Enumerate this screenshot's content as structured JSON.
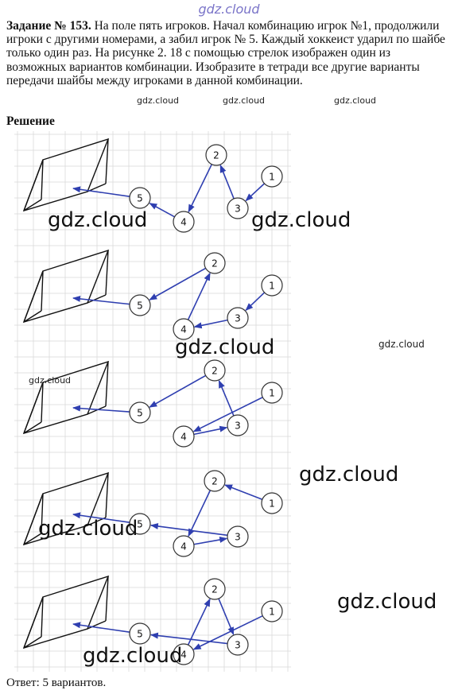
{
  "watermark_top": "gdz.cloud",
  "task": {
    "label": "Задание № 153.",
    "text": "На поле пять игроков. Начал комбинацию игрок №1, продолжили игроки с другими номерами, а забил игрок № 5. Каждый хоккеист ударил по шайбе только один раз. На рисунке 2. 18 с помощью стрелок изображен один из возможных вариантов комбинации. Изобразите в тетради все другие варианты передачи шайбы между игроками в данной комбинации."
  },
  "small_watermarks": [
    "gdz.cloud",
    "gdz.cloud",
    "gdz.cloud",
    "gdz.cloud",
    "gdz.cloud"
  ],
  "solution_label": "Решение",
  "big_watermarks": [
    "gdz.cloud",
    "gdz.cloud",
    "gdz.cloud",
    "gdz.cloud",
    "gdz.cloud",
    "gdz.cloud",
    "gdz.cloud"
  ],
  "player_labels": [
    "1",
    "2",
    "3",
    "4",
    "5"
  ],
  "colors": {
    "arrow": "#2f3fb0",
    "grid": "#d9d9d9",
    "outline": "#111111",
    "watermark_top": "#7a74c8"
  },
  "variants": [
    {
      "passes": [
        [
          1,
          3
        ],
        [
          3,
          2
        ],
        [
          2,
          4
        ],
        [
          4,
          5
        ],
        [
          5,
          "goal"
        ]
      ]
    },
    {
      "passes": [
        [
          1,
          3
        ],
        [
          3,
          4
        ],
        [
          4,
          2
        ],
        [
          2,
          5
        ],
        [
          5,
          "goal"
        ]
      ]
    },
    {
      "passes": [
        [
          1,
          4
        ],
        [
          4,
          3
        ],
        [
          3,
          2
        ],
        [
          2,
          5
        ],
        [
          5,
          "goal"
        ]
      ]
    },
    {
      "passes": [
        [
          1,
          2
        ],
        [
          2,
          4
        ],
        [
          4,
          3
        ],
        [
          3,
          5
        ],
        [
          5,
          "goal"
        ]
      ]
    },
    {
      "passes": [
        [
          1,
          4
        ],
        [
          4,
          2
        ],
        [
          2,
          3
        ],
        [
          3,
          5
        ],
        [
          5,
          "goal"
        ]
      ]
    }
  ],
  "answer": "Ответ: 5 вариантов."
}
